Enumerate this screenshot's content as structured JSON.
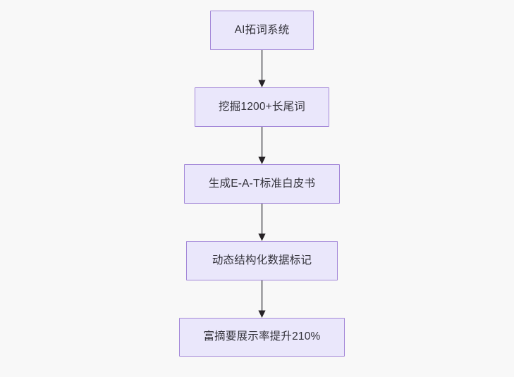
{
  "diagram": {
    "type": "flowchart",
    "orientation": "top-to-bottom",
    "background_color": "#f8f8f8",
    "node_fill_color": "#eae7fb",
    "node_border_color": "#a387d8",
    "text_color": "#33323a",
    "edge_color": "#7d7d82",
    "arrowhead_color": "#262226",
    "nodes": [
      {
        "id": "n1",
        "label": "AI拓词系统"
      },
      {
        "id": "n2",
        "label": "挖掘1200+长尾词"
      },
      {
        "id": "n3",
        "label": "生成E-A-T标准白皮书"
      },
      {
        "id": "n4",
        "label": "动态结构化数据标记"
      },
      {
        "id": "n5",
        "label": "富摘要展示率提升210%"
      }
    ],
    "edges": [
      {
        "from": "n1",
        "to": "n2",
        "label": ""
      },
      {
        "from": "n2",
        "to": "n3",
        "label": ""
      },
      {
        "from": "n3",
        "to": "n4",
        "label": ""
      },
      {
        "from": "n4",
        "to": "n5",
        "label": ""
      }
    ]
  }
}
